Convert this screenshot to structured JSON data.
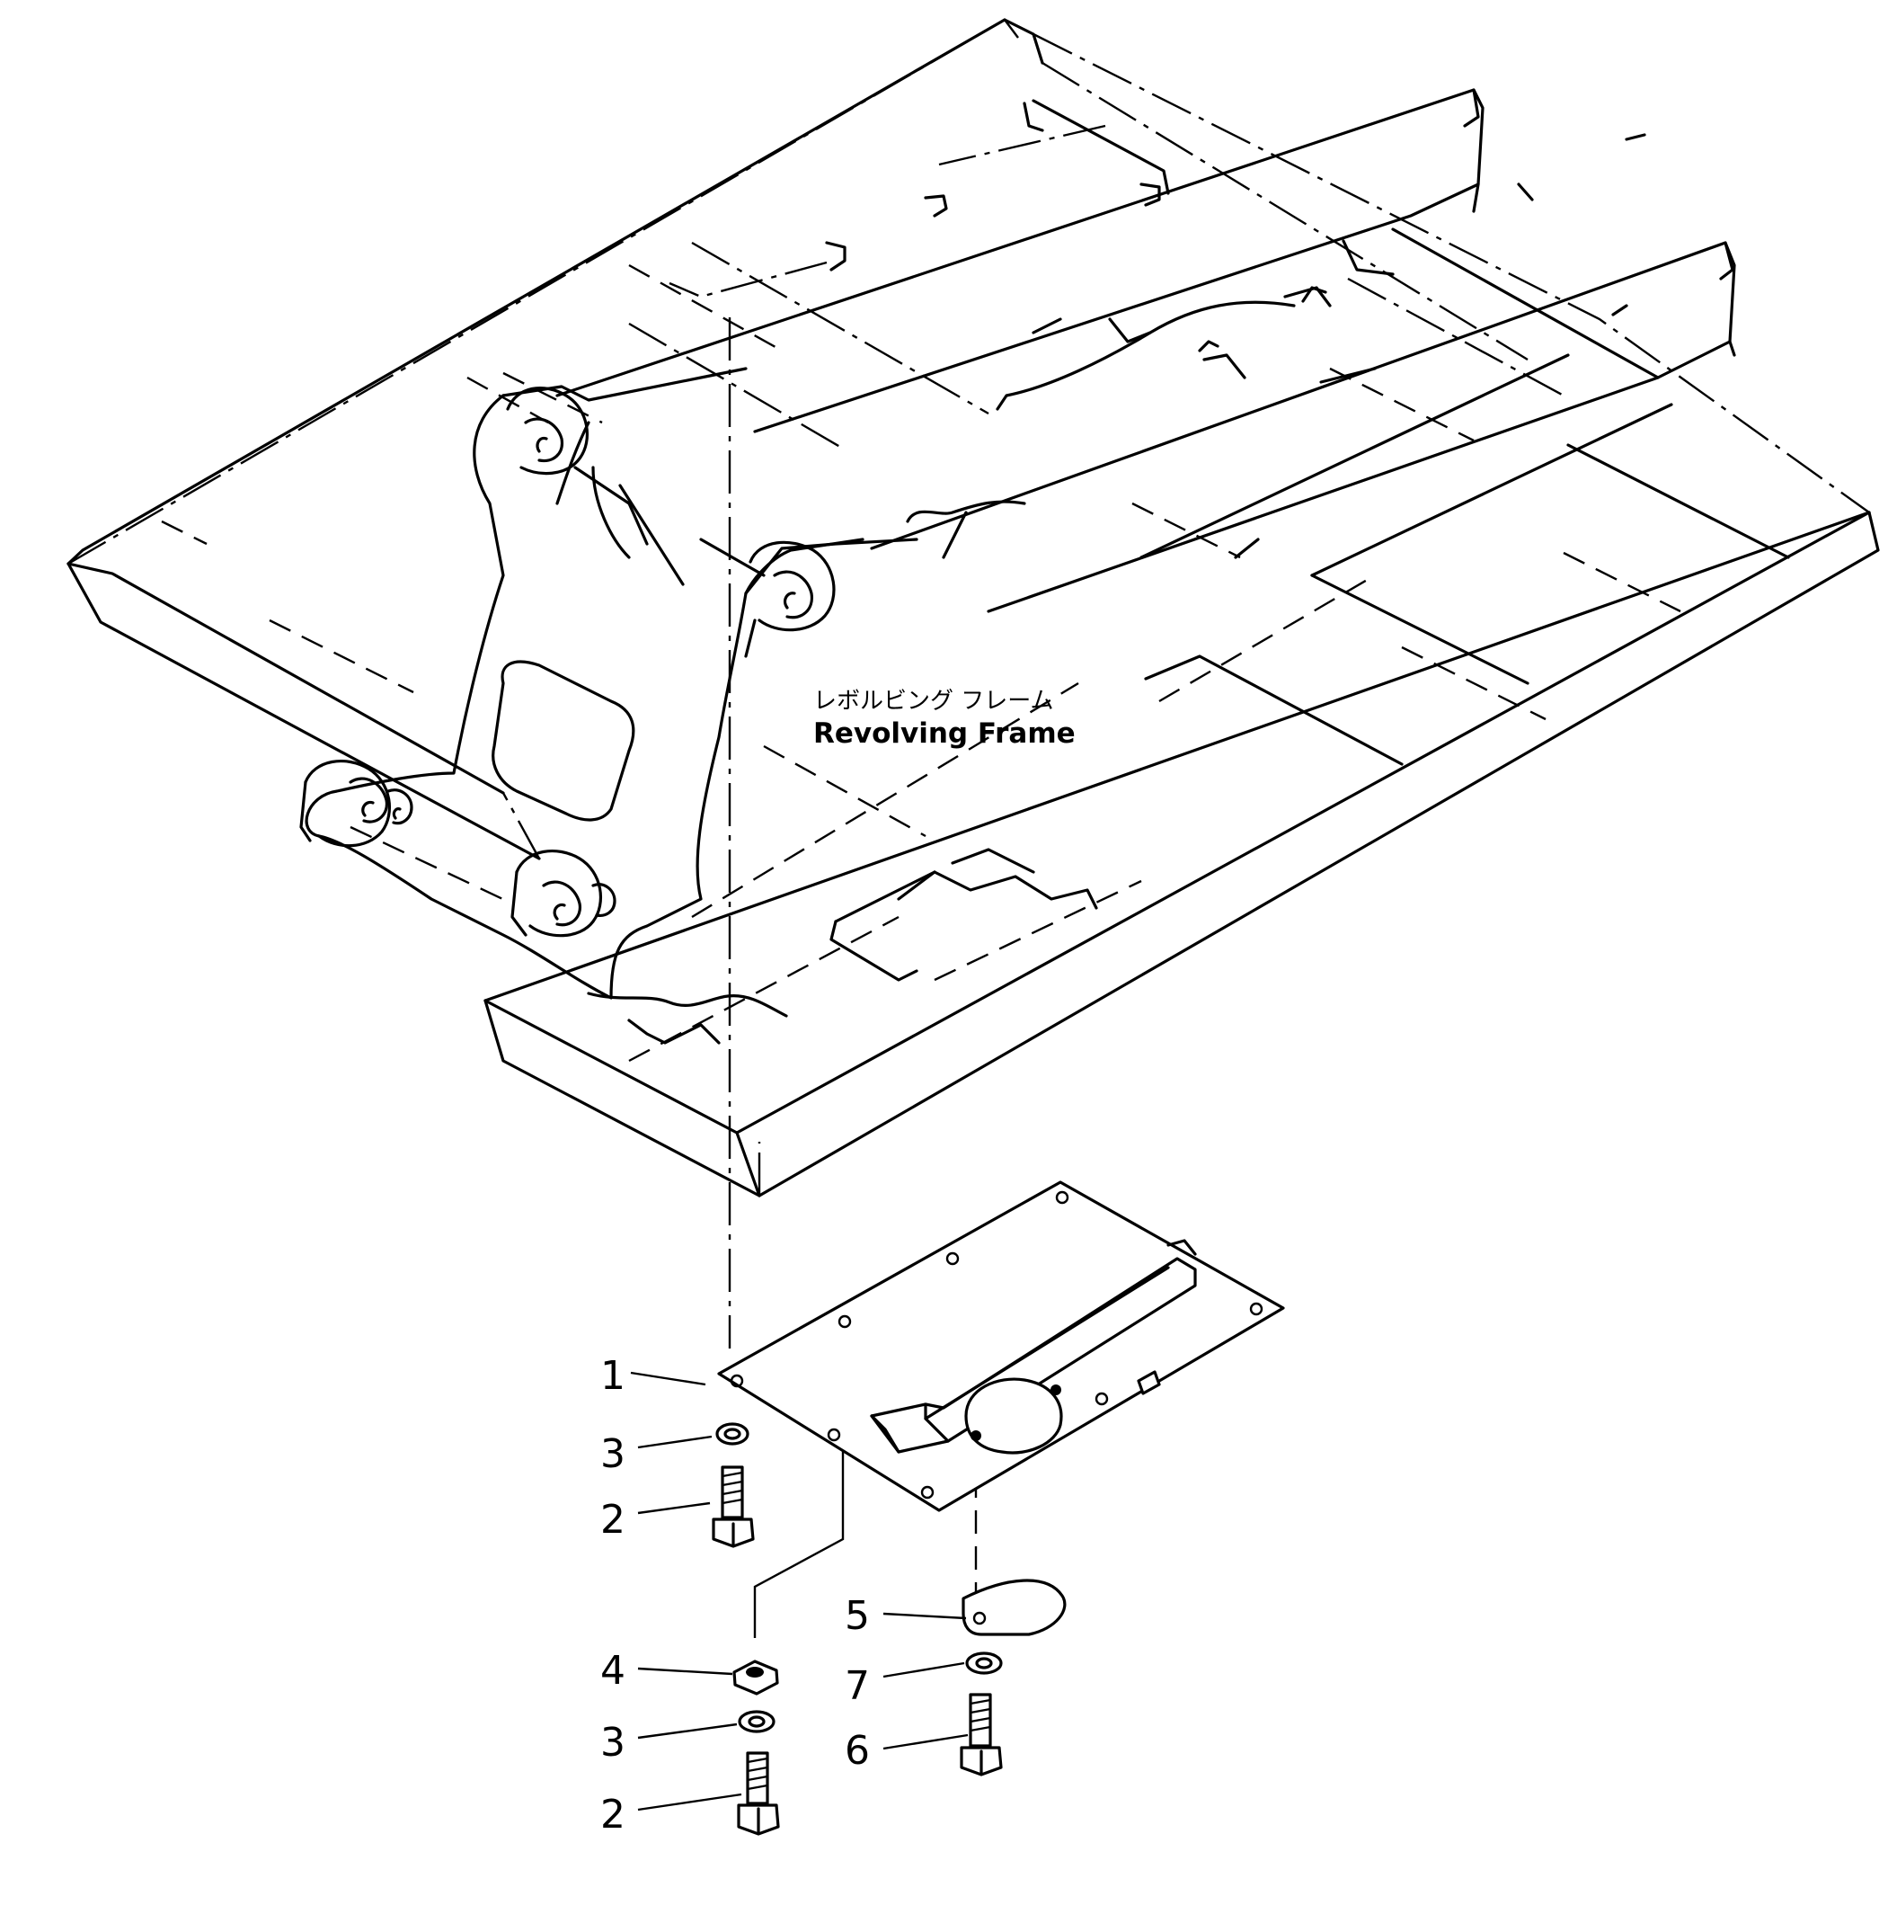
{
  "assembly": {
    "name_jp": "レボルビング フレーム",
    "name_en": "Revolving Frame"
  },
  "parts": [
    {
      "id": "p1",
      "number": "1"
    },
    {
      "id": "p3a",
      "number": "3"
    },
    {
      "id": "p2a",
      "number": "2"
    },
    {
      "id": "p4",
      "number": "4"
    },
    {
      "id": "p3b",
      "number": "3"
    },
    {
      "id": "p2b",
      "number": "2"
    },
    {
      "id": "p5",
      "number": "5"
    },
    {
      "id": "p7",
      "number": "7"
    },
    {
      "id": "p6",
      "number": "6"
    }
  ]
}
